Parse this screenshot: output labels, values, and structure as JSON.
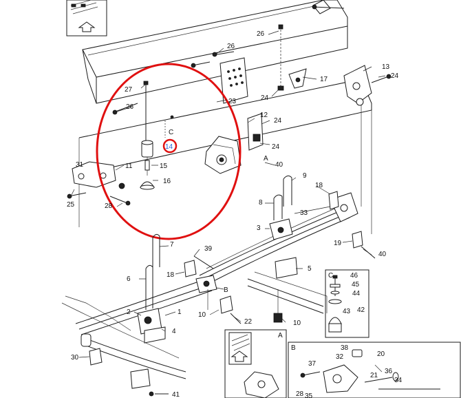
{
  "colors": {
    "highlight": "#e01010",
    "line": "#1a1a1a",
    "background": "#ffffff"
  },
  "inset_letters": {
    "a": "A",
    "b": "B",
    "c": "C"
  },
  "callouts": [
    {
      "id": "c26a",
      "text": "26"
    },
    {
      "id": "c26b",
      "text": "26"
    },
    {
      "id": "c26c",
      "text": "26"
    },
    {
      "id": "c27",
      "text": "27"
    },
    {
      "id": "c14",
      "text": "14"
    },
    {
      "id": "c15",
      "text": "15"
    },
    {
      "id": "c16",
      "text": "16"
    },
    {
      "id": "cC",
      "text": "C"
    },
    {
      "id": "c31",
      "text": "31"
    },
    {
      "id": "c11",
      "text": "11"
    },
    {
      "id": "c25",
      "text": "25"
    },
    {
      "id": "c28",
      "text": "28"
    },
    {
      "id": "c23",
      "text": "23"
    },
    {
      "id": "c12",
      "text": "12"
    },
    {
      "id": "c24a",
      "text": "24"
    },
    {
      "id": "c24b",
      "text": "24"
    },
    {
      "id": "c24c",
      "text": "24"
    },
    {
      "id": "c24d",
      "text": "24"
    },
    {
      "id": "cA",
      "text": "A"
    },
    {
      "id": "c40a",
      "text": "40"
    },
    {
      "id": "c17",
      "text": "17"
    },
    {
      "id": "c13",
      "text": "13"
    },
    {
      "id": "c9",
      "text": "9"
    },
    {
      "id": "c18a",
      "text": "18"
    },
    {
      "id": "c8",
      "text": "8"
    },
    {
      "id": "c33",
      "text": "33"
    },
    {
      "id": "c3",
      "text": "3"
    },
    {
      "id": "c19",
      "text": "19"
    },
    {
      "id": "c40b",
      "text": "40"
    },
    {
      "id": "c7",
      "text": "7"
    },
    {
      "id": "c39",
      "text": "39"
    },
    {
      "id": "c18b",
      "text": "18"
    },
    {
      "id": "c6",
      "text": "6"
    },
    {
      "id": "cB",
      "text": "B"
    },
    {
      "id": "c5",
      "text": "5"
    },
    {
      "id": "c2",
      "text": "2"
    },
    {
      "id": "c1",
      "text": "1"
    },
    {
      "id": "c10a",
      "text": "10"
    },
    {
      "id": "c10b",
      "text": "10"
    },
    {
      "id": "c22",
      "text": "22"
    },
    {
      "id": "c4",
      "text": "4"
    },
    {
      "id": "c30",
      "text": "30"
    },
    {
      "id": "c41",
      "text": "41"
    },
    {
      "id": "c46",
      "text": "46"
    },
    {
      "id": "c45",
      "text": "45"
    },
    {
      "id": "c44",
      "text": "44"
    },
    {
      "id": "c43",
      "text": "43"
    },
    {
      "id": "c42",
      "text": "42"
    },
    {
      "id": "c38",
      "text": "38"
    },
    {
      "id": "c32",
      "text": "32"
    },
    {
      "id": "c20",
      "text": "20"
    },
    {
      "id": "c37",
      "text": "37"
    },
    {
      "id": "c21",
      "text": "21"
    },
    {
      "id": "c36",
      "text": "36"
    },
    {
      "id": "c34",
      "text": "34"
    },
    {
      "id": "c28b",
      "text": "28"
    },
    {
      "id": "c35",
      "text": "35"
    }
  ]
}
